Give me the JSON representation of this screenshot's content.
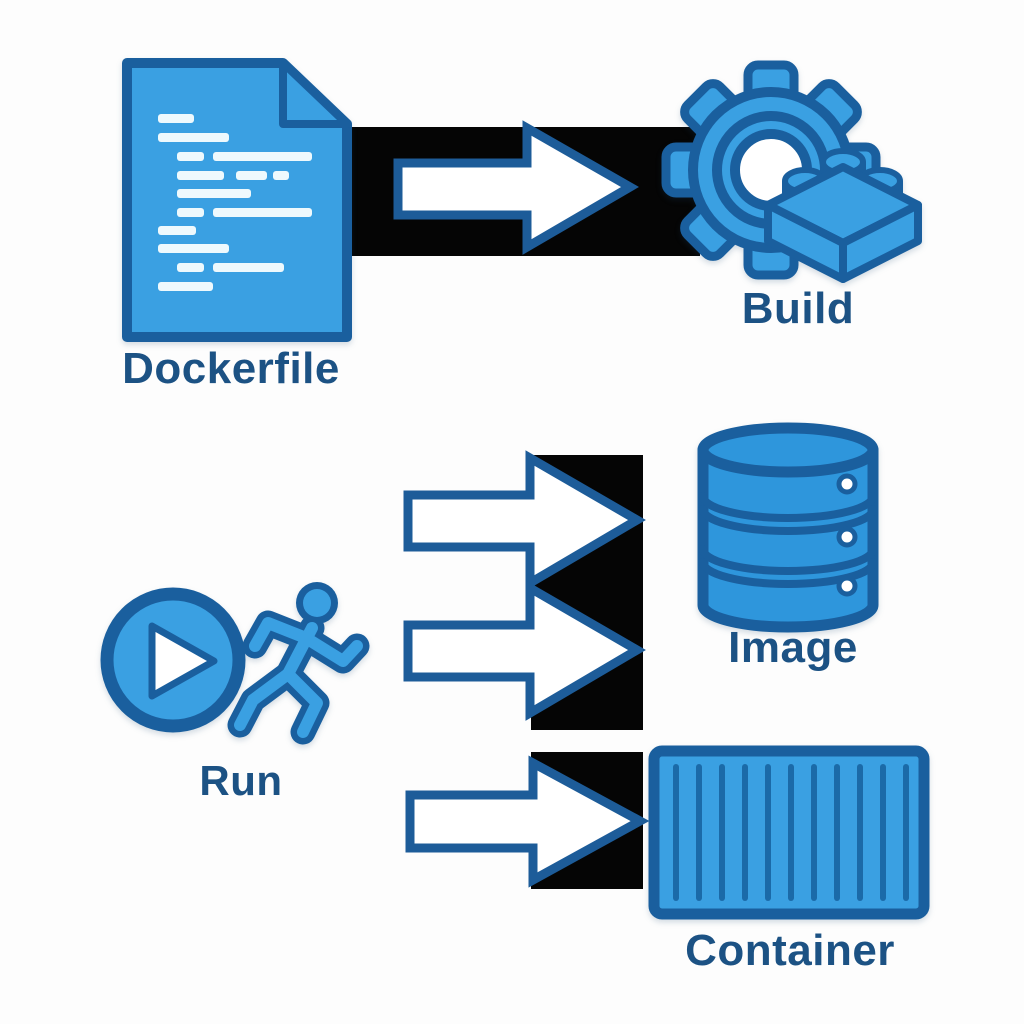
{
  "diagram": {
    "type": "docker-workflow-flowchart",
    "steps": [
      {
        "id": "dockerfile",
        "label": "Dockerfile",
        "icon": "dockerfile-document-icon"
      },
      {
        "id": "build",
        "label": "Build",
        "icon": "gear-with-lego-brick-icon"
      },
      {
        "id": "image",
        "label": "Image",
        "icon": "database-stack-icon"
      },
      {
        "id": "run",
        "label": "Run",
        "icon": "play-button-and-runner-icon"
      },
      {
        "id": "container",
        "label": "Container",
        "icon": "shipping-container-icon"
      }
    ],
    "connectors": [
      {
        "from": "dockerfile",
        "to": "build",
        "style": "white-arrow-on-black-band"
      },
      {
        "from": "run",
        "to": "image",
        "style": "two-white-arrows-on-black-band"
      },
      {
        "from": "run",
        "to": "container",
        "style": "white-arrow-on-black-band"
      }
    ]
  },
  "colors": {
    "background": "#fdfdfd",
    "icon-fill": "#3aa0e2",
    "icon-fill-medium": "#2e96dc",
    "icon-outline": "#1a5f9e",
    "label-text": "#1c5284",
    "band-black": "#050505",
    "arrow-fill": "#ffffff",
    "arrow-outline": "#1d5c99",
    "doc-line": "#eef9fd",
    "stripe-blue": "#1b6aa8"
  }
}
